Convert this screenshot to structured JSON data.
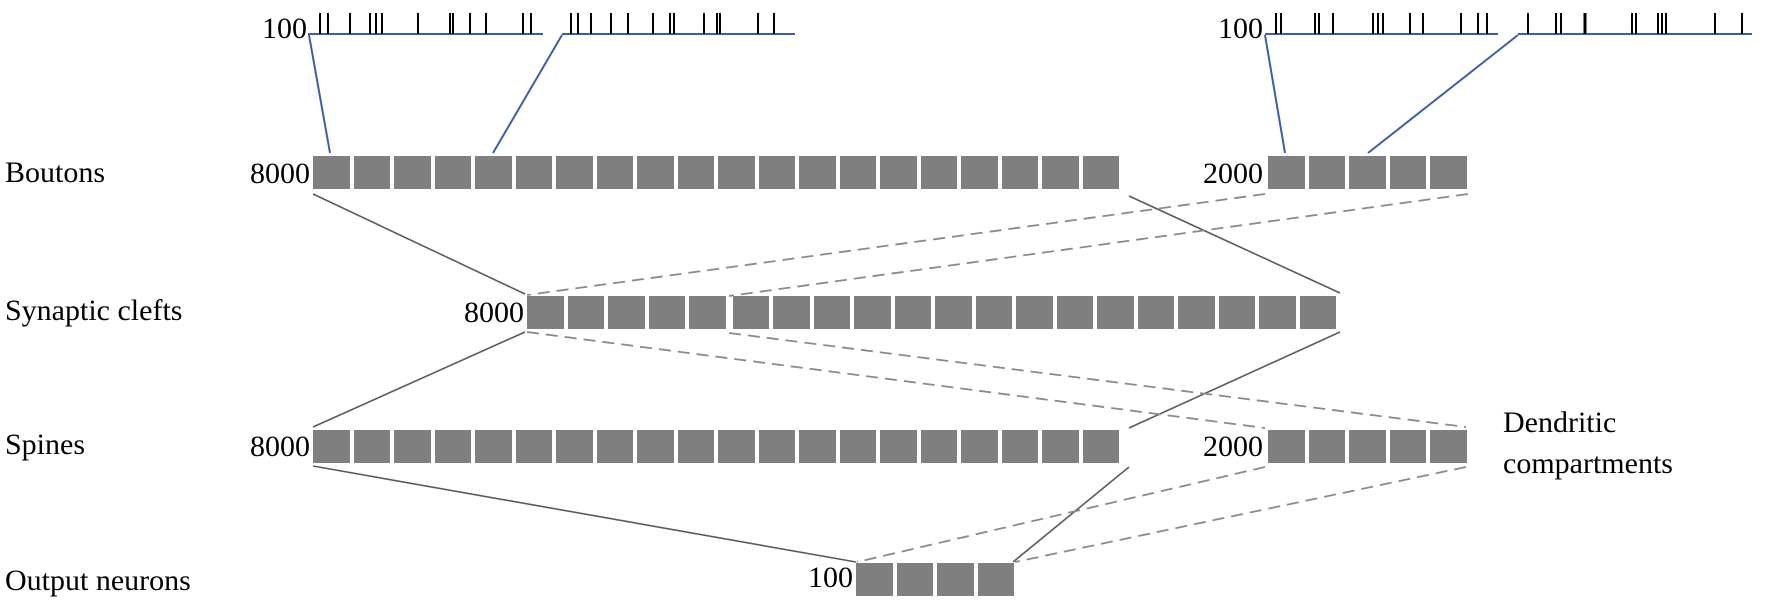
{
  "diagram": {
    "type": "network-architecture",
    "colors": {
      "block": "#7f7f7f",
      "solid_connector": "#5a5a5a",
      "dashed_connector": "#8a8a8a",
      "spike_baseline": "#3a5ea8",
      "spike": "#000000",
      "spike_link": "#3a5ea8"
    },
    "rows": [
      {
        "id": "boutons",
        "label": "Boutons",
        "groups": [
          {
            "count": "8000",
            "blocks": 20
          },
          {
            "count": "2000",
            "blocks": 5
          }
        ]
      },
      {
        "id": "synaptic-clefts",
        "label": "Synaptic clefts",
        "groups": [
          {
            "count": "8000",
            "blocks": 20
          }
        ]
      },
      {
        "id": "spines",
        "label": "Spines",
        "groups": [
          {
            "count": "8000",
            "blocks": 20
          },
          {
            "count": "2000",
            "blocks": 5
          }
        ]
      },
      {
        "id": "output-neurons",
        "label": "Output neurons",
        "groups": [
          {
            "count": "100",
            "blocks": 4
          }
        ]
      }
    ],
    "side_label": {
      "line1": "Dendritic",
      "line2": "compartments"
    },
    "spike_inputs": [
      {
        "count": "100",
        "feeds": "boutons-8000"
      },
      {
        "count": "100",
        "feeds": "boutons-2000"
      }
    ]
  }
}
